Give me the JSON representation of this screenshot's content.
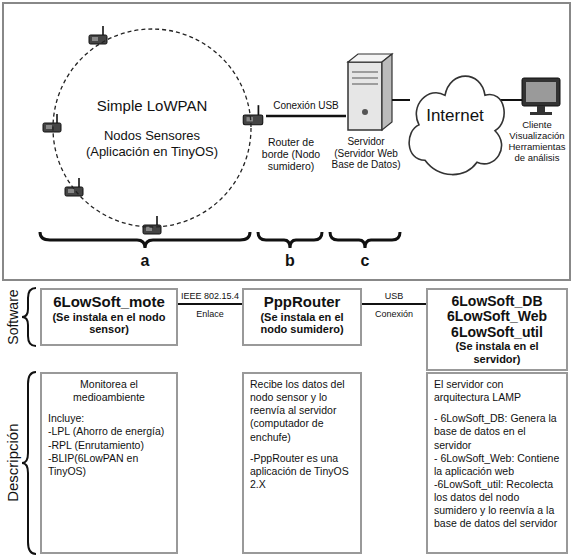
{
  "diagram": {
    "nodes": [
      {
        "text": [
          "Simple LoWPAN",
          "Nodos Sensores (Aplicación en TinyOS)"
        ]
      },
      {
        "text": [
          "Internet"
        ]
      },
      {
        "text": [
          "6LowSoft_mote",
          "(Se instala en el nodo sensor)"
        ]
      },
      {
        "text": [
          "PppRouter",
          "(Se instala en el nodo sumidero)"
        ]
      },
      {
        "text": [
          "6LowSoft_DB",
          "6LowSoft_Web",
          "6LowSoft_util",
          "(Se instala en el servidor)"
        ]
      },
      {
        "text": [
          "Monitorea el medioambiente",
          "Incluye:",
          "-LPL (Ahorro de energía)",
          "-RPL (Enrutamiento)",
          "-BLIP(6LowPAN en TinyOS)"
        ]
      },
      {
        "text": [
          "Recibe los datos del nodo sensor y lo reenvía al servidor (computador de enchufe)",
          "-PppRouter es una aplicación de TinyOS 2.X"
        ]
      },
      {
        "text": [
          "El servidor con arquitectura LAMP",
          "- 6LowSoft_DB: Genera la base de datos en el servidor",
          "- 6LowSoft_Web: Contiene la aplicación web",
          "-6LowSoft_util: Recolecta los datos del nodo sumidero y lo reenvía a la base de datos del servidor"
        ]
      }
    ],
    "edges": [
      {
        "from": 2,
        "to": 3,
        "arrow": "none",
        "label": "IEEE 802.15.4"
      },
      {
        "from": 3,
        "to": 4,
        "arrow": "none",
        "label": "USB"
      }
    ],
    "labels": [
      "Router de borde (Nodo sumidero)",
      "Conexión USB",
      "Servidor (Servidor Web Base de Datos)",
      "Cliente Visualización Herramientas de análisis",
      "a",
      "b",
      "c",
      "Enlace",
      "Conexión",
      "Software",
      "Descripción"
    ]
  }
}
